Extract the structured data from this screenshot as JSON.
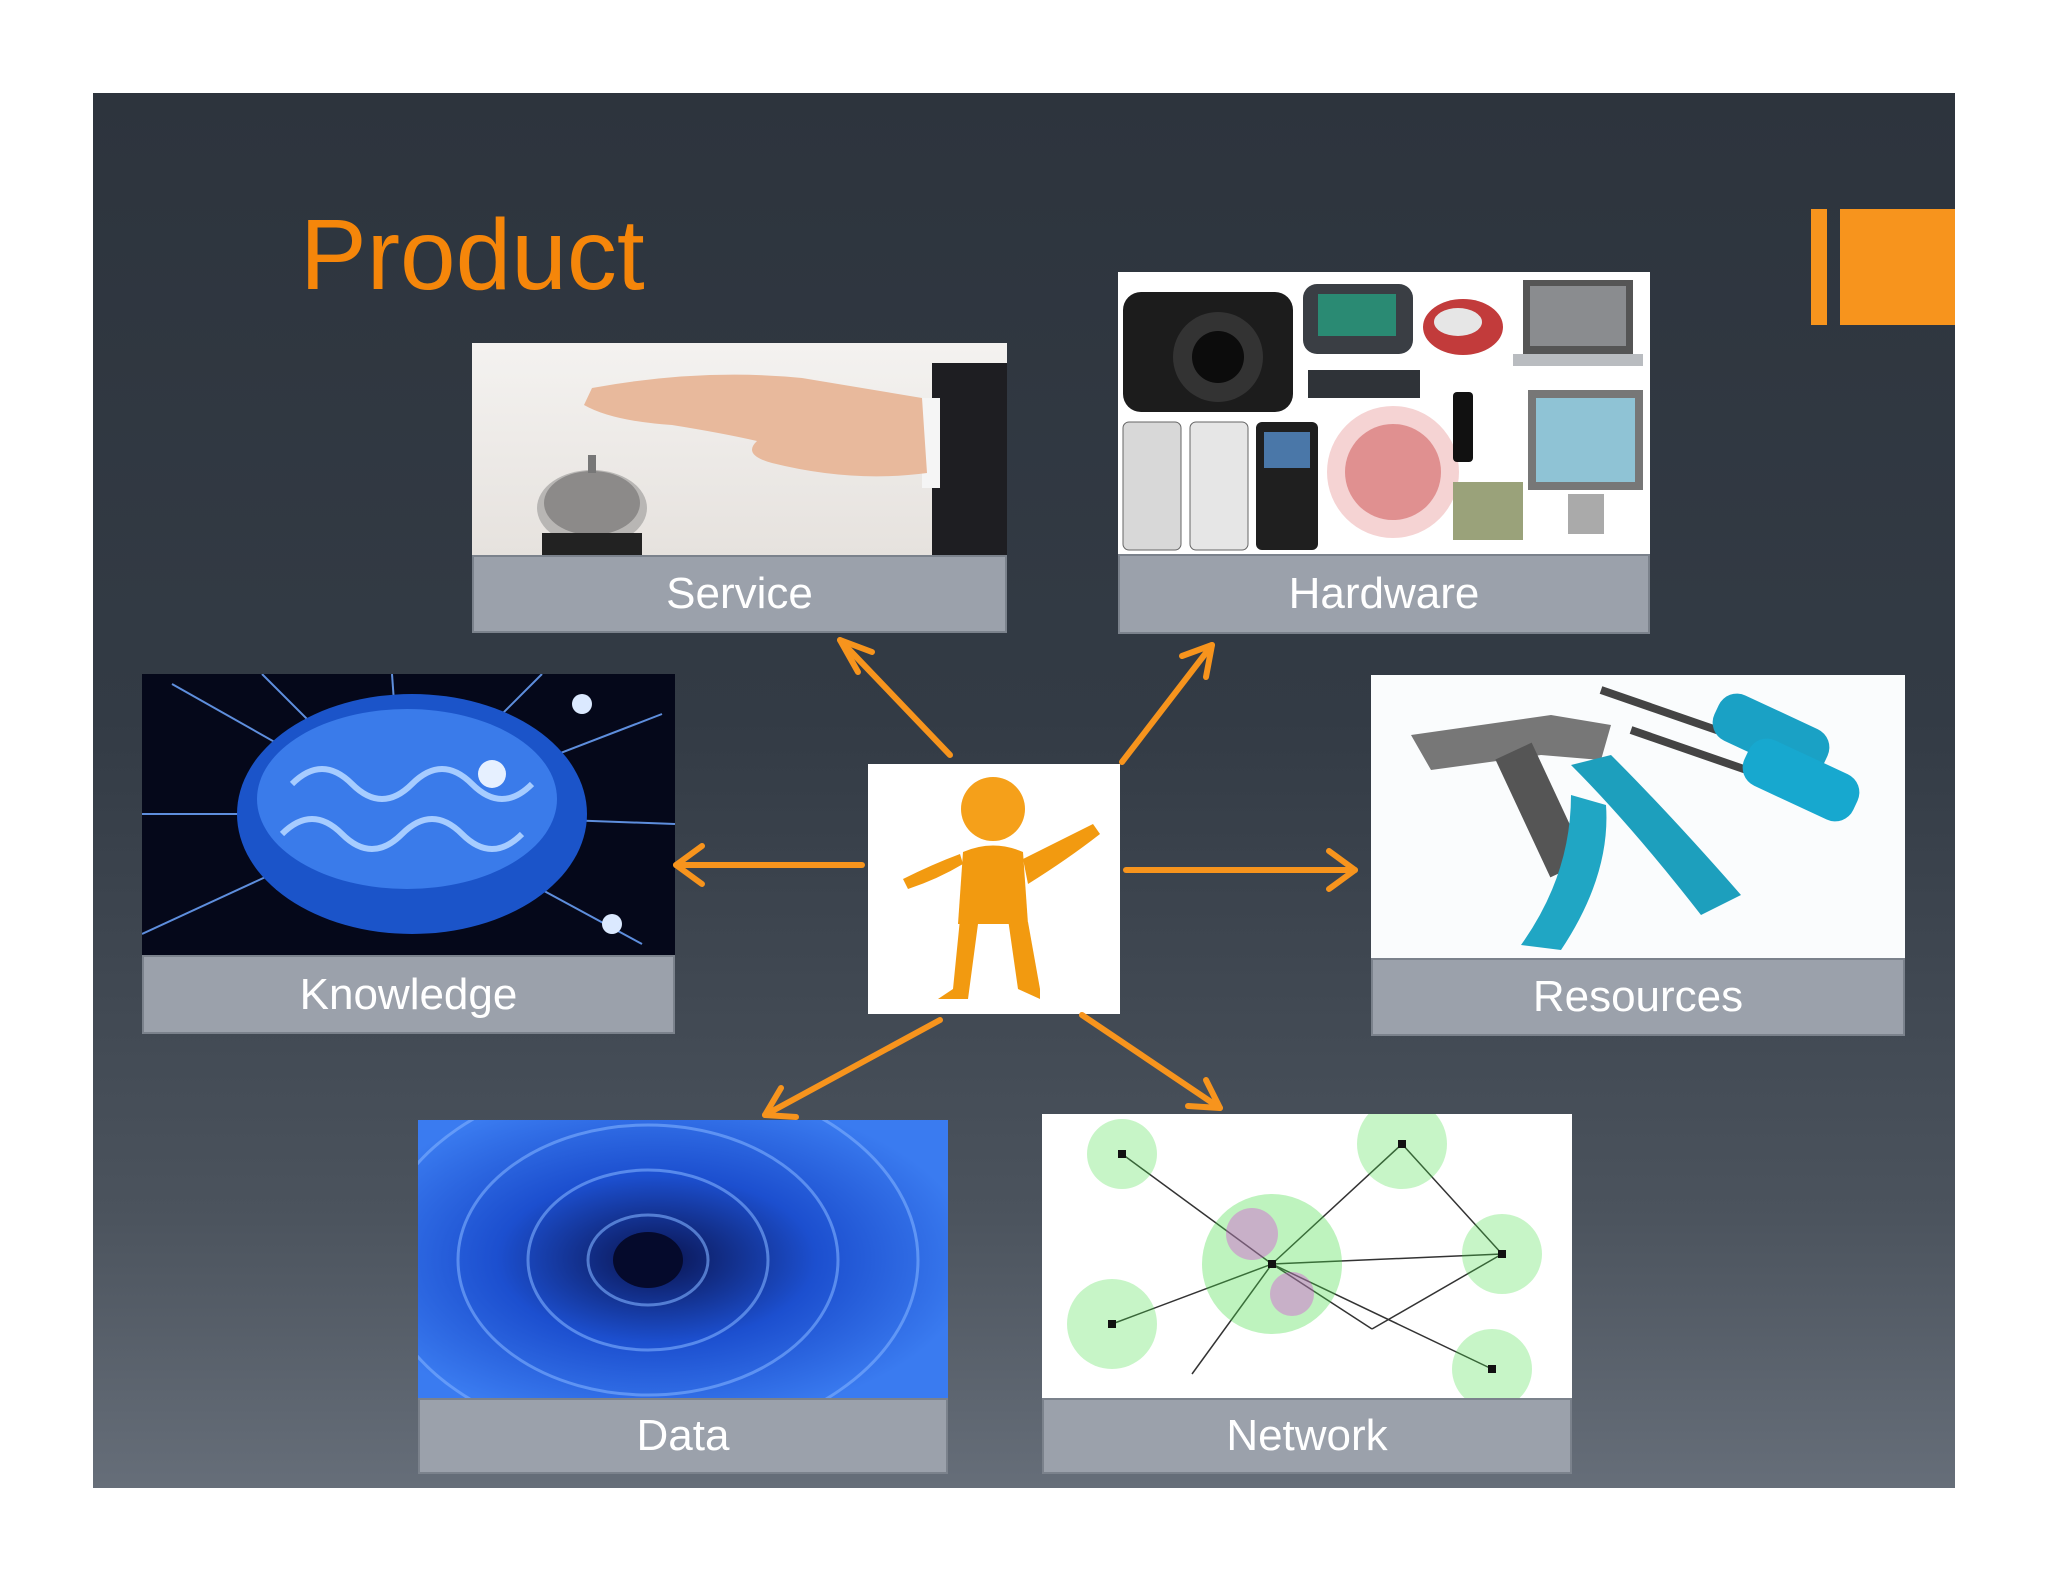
{
  "title": "Product",
  "center": {
    "icon": "person-presenting-icon"
  },
  "colors": {
    "accent": "#f7941d",
    "title": "#f5860a",
    "arrow": "#f7941d",
    "label_bg": "#9ba1ab"
  },
  "cards": {
    "service": {
      "label": "Service",
      "icon": "service-bell-icon"
    },
    "hardware": {
      "label": "Hardware",
      "icon": "devices-collage-icon"
    },
    "knowledge": {
      "label": "Knowledge",
      "icon": "brain-icon"
    },
    "resources": {
      "label": "Resources",
      "icon": "tools-icon"
    },
    "data": {
      "label": "Data",
      "icon": "binary-tunnel-icon"
    },
    "network": {
      "label": "Network",
      "icon": "network-graph-icon"
    }
  }
}
